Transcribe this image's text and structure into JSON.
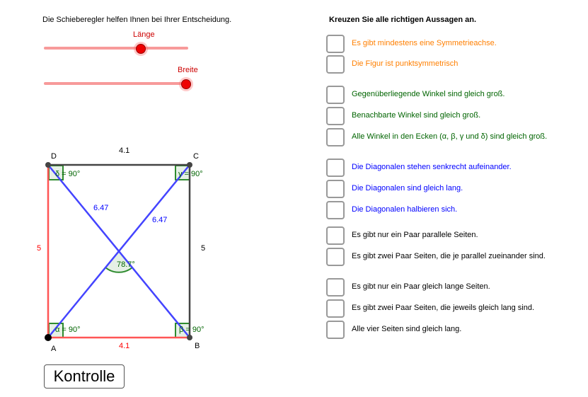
{
  "left": {
    "instruction": "Die Schieberegler helfen Ihnen bei Ihrer Entscheidung.",
    "sliders": [
      {
        "label": "Länge",
        "value_fraction": 0.67
      },
      {
        "label": "Breite",
        "value_fraction": 0.99
      }
    ],
    "figure": {
      "points": [
        "A",
        "B",
        "C",
        "D"
      ],
      "side_top": "4.1",
      "side_bottom": "4.1",
      "side_left": "5",
      "side_right": "5",
      "diag_1": "6.47",
      "diag_2": "6.47",
      "angle_center": "78.7°",
      "angle_alpha": "α = 90°",
      "angle_beta": "β = 90°",
      "angle_gamma": "γ = 90°",
      "angle_delta": "δ = 90°"
    },
    "check_button": "Kontrolle"
  },
  "right": {
    "heading": "Kreuzen Sie alle richtigen Aussagen an.",
    "items": [
      {
        "text": "Es gibt mindestens eine Symmetrieachse.",
        "color": "#ff7f00"
      },
      {
        "text": "Die Figur ist punktsymmetrisch",
        "color": "#ff7f00"
      },
      {
        "text": "Gegenüberliegende Winkel sind gleich groß.",
        "color": "#006400"
      },
      {
        "text": "Benachbarte Winkel sind gleich groß.",
        "color": "#006400"
      },
      {
        "text": "Alle Winkel in den Ecken (α, β, γ und δ) sind gleich groß.",
        "color": "#006400"
      },
      {
        "text": "Die Diagonalen stehen senkrecht aufeinander.",
        "color": "#0000ff"
      },
      {
        "text": "Die Diagonalen sind gleich lang.",
        "color": "#0000ff"
      },
      {
        "text": "Die Diagonalen halbieren sich.",
        "color": "#0000ff"
      },
      {
        "text": "Es gibt nur ein Paar parallele Seiten.",
        "color": "#000000"
      },
      {
        "text": "Es gibt zwei Paar Seiten, die je parallel zueinander sind.",
        "color": "#000000"
      },
      {
        "text": "Es gibt nur ein Paar gleich lange Seiten.",
        "color": "#000000"
      },
      {
        "text": "Es gibt zwei Paar Seiten, die jeweils gleich lang sind.",
        "color": "#000000"
      },
      {
        "text": "Alle vier Seiten sind gleich lang.",
        "color": "#000000"
      }
    ]
  }
}
